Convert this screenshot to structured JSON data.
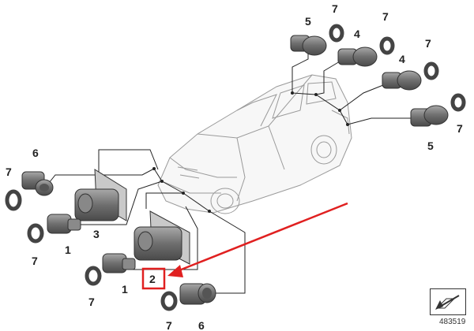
{
  "callouts": {
    "front_left_sensor": "6",
    "front_left_ring": "7",
    "front_sensor_a": "1",
    "front_ring_a": "7",
    "front_bracket": "3",
    "highlight_part": "2",
    "front_sensor_b": "1",
    "front_ring_b": "7",
    "front_right_ring": "7",
    "front_right_sensor": "6",
    "rear_sensor_top": "5",
    "rear_ring_top": "7",
    "rear_sensor_mid_a": "4",
    "rear_ring_mid_a": "7",
    "rear_sensor_mid_b": "4",
    "rear_ring_mid_b": "7",
    "rear_ring_low": "7",
    "rear_sensor_low": "5"
  },
  "reference_number": "483519",
  "colors": {
    "highlight": "#e02020",
    "part_body": "#6f6f6f",
    "line": "#222222"
  },
  "icons": {
    "nav": "arrow-pointing-down-left-icon"
  }
}
